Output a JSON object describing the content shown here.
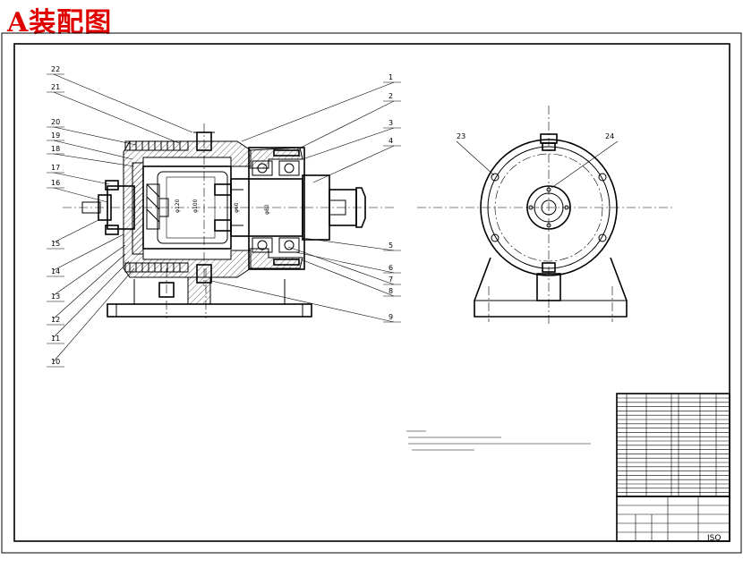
{
  "title": "A装配图",
  "part_labels": [
    "1",
    "2",
    "3",
    "4",
    "5",
    "6",
    "7",
    "8",
    "9",
    "10",
    "11",
    "12",
    "13",
    "14",
    "15",
    "16",
    "17",
    "18",
    "19",
    "20",
    "21",
    "22",
    "23",
    "24"
  ],
  "drawing_number": "JSQ"
}
